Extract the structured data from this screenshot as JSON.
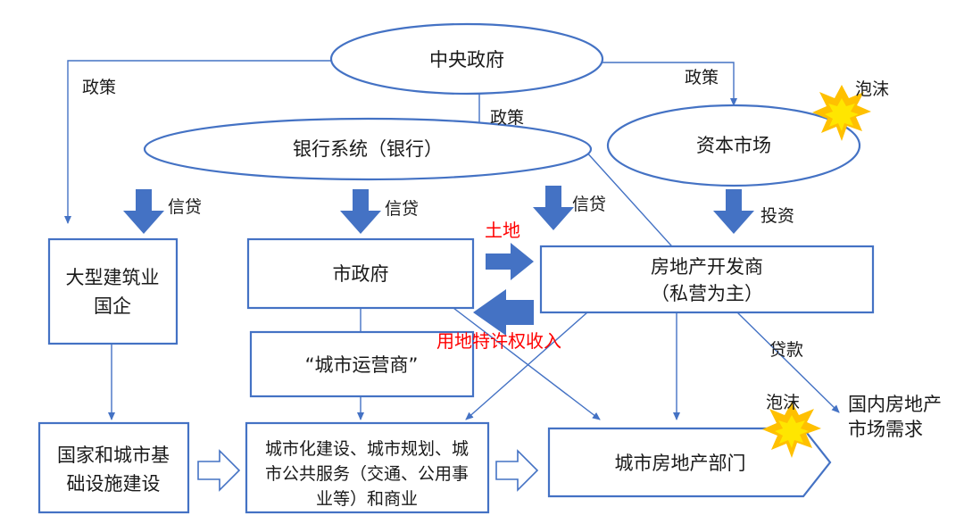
{
  "nodes": {
    "central_gov": "中央政府",
    "bank": "银行系统（银行）",
    "capital_market": "资本市场",
    "construction_soe_line1": "大型建筑业",
    "construction_soe_line2": "国企",
    "municipal_gov": "市政府",
    "developer_line1": "房地产开发商",
    "developer_line2": "（私营为主）",
    "city_operator": "“城市运营商”",
    "infra_line1": "国家和城市基",
    "infra_line2": "础设施建设",
    "urbanization_line1": "城市化建设、城市规划、城",
    "urbanization_line2": "市公共服务（交通、公用事",
    "urbanization_line3": "业等）和商业",
    "city_real_estate": "城市房地产部门",
    "domestic_demand_line1": "国内房地产",
    "domestic_demand_line2": "市场需求"
  },
  "labels": {
    "policy_left": "政策",
    "policy_center": "政策",
    "policy_right": "政策",
    "bubble_capital": "泡沫",
    "bubble_real_estate": "泡沫",
    "credit_1": "信贷",
    "credit_2": "信贷",
    "credit_3": "信贷",
    "investment": "投资",
    "land": "土地",
    "land_franchise_income": "用地特许权收入",
    "loan": "贷款"
  },
  "colors": {
    "line": "#4472c4",
    "arrow_fill": "#4472c4",
    "red_text": "#ff0000",
    "bubble_outer": "#ffc000",
    "bubble_inner": "#ffe600"
  }
}
